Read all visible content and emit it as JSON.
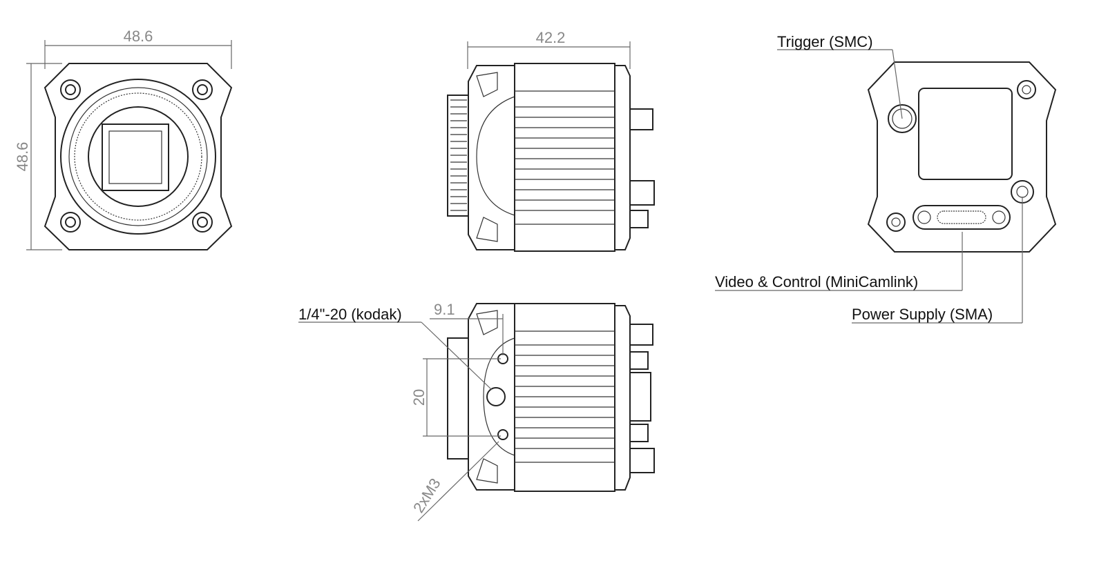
{
  "dimensions": {
    "front_width": "48.6",
    "front_height": "48.6",
    "side_length": "42.2",
    "mount_offset": "9.1",
    "mount_spacing": "20"
  },
  "callouts": {
    "trigger": "Trigger (SMC)",
    "video": "Video & Control (MiniCamlink)",
    "power": "Power Supply (SMA)",
    "tripod": "1/4\"-20 (kodak)",
    "screws": "2xM3"
  }
}
